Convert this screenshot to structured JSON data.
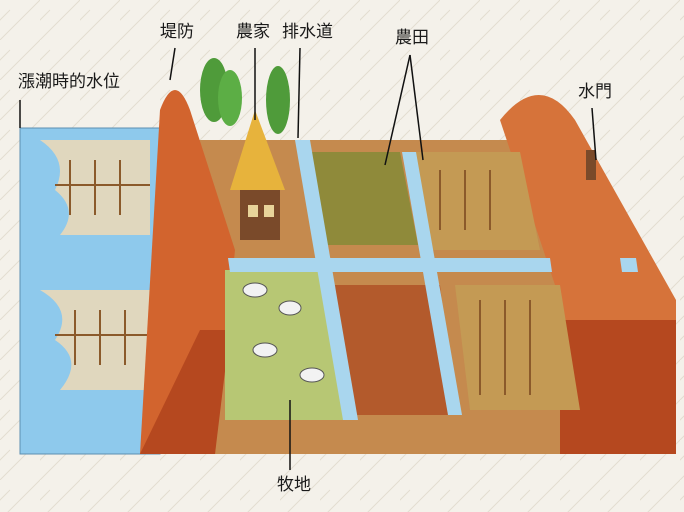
{
  "labels": {
    "tide_level": "漲潮時的水位",
    "levee": "堤防",
    "farmhouse": "農家",
    "drainage": "排水道",
    "farmland": "農田",
    "sluice_gate": "水門",
    "pasture": "牧地"
  },
  "colors": {
    "background": "#f4f1ea",
    "sea": "#8ec9ec",
    "levee": "#d2642e",
    "field": "#c49a54",
    "water_channel": "#a9d6ee",
    "grass": "#b7c774"
  }
}
